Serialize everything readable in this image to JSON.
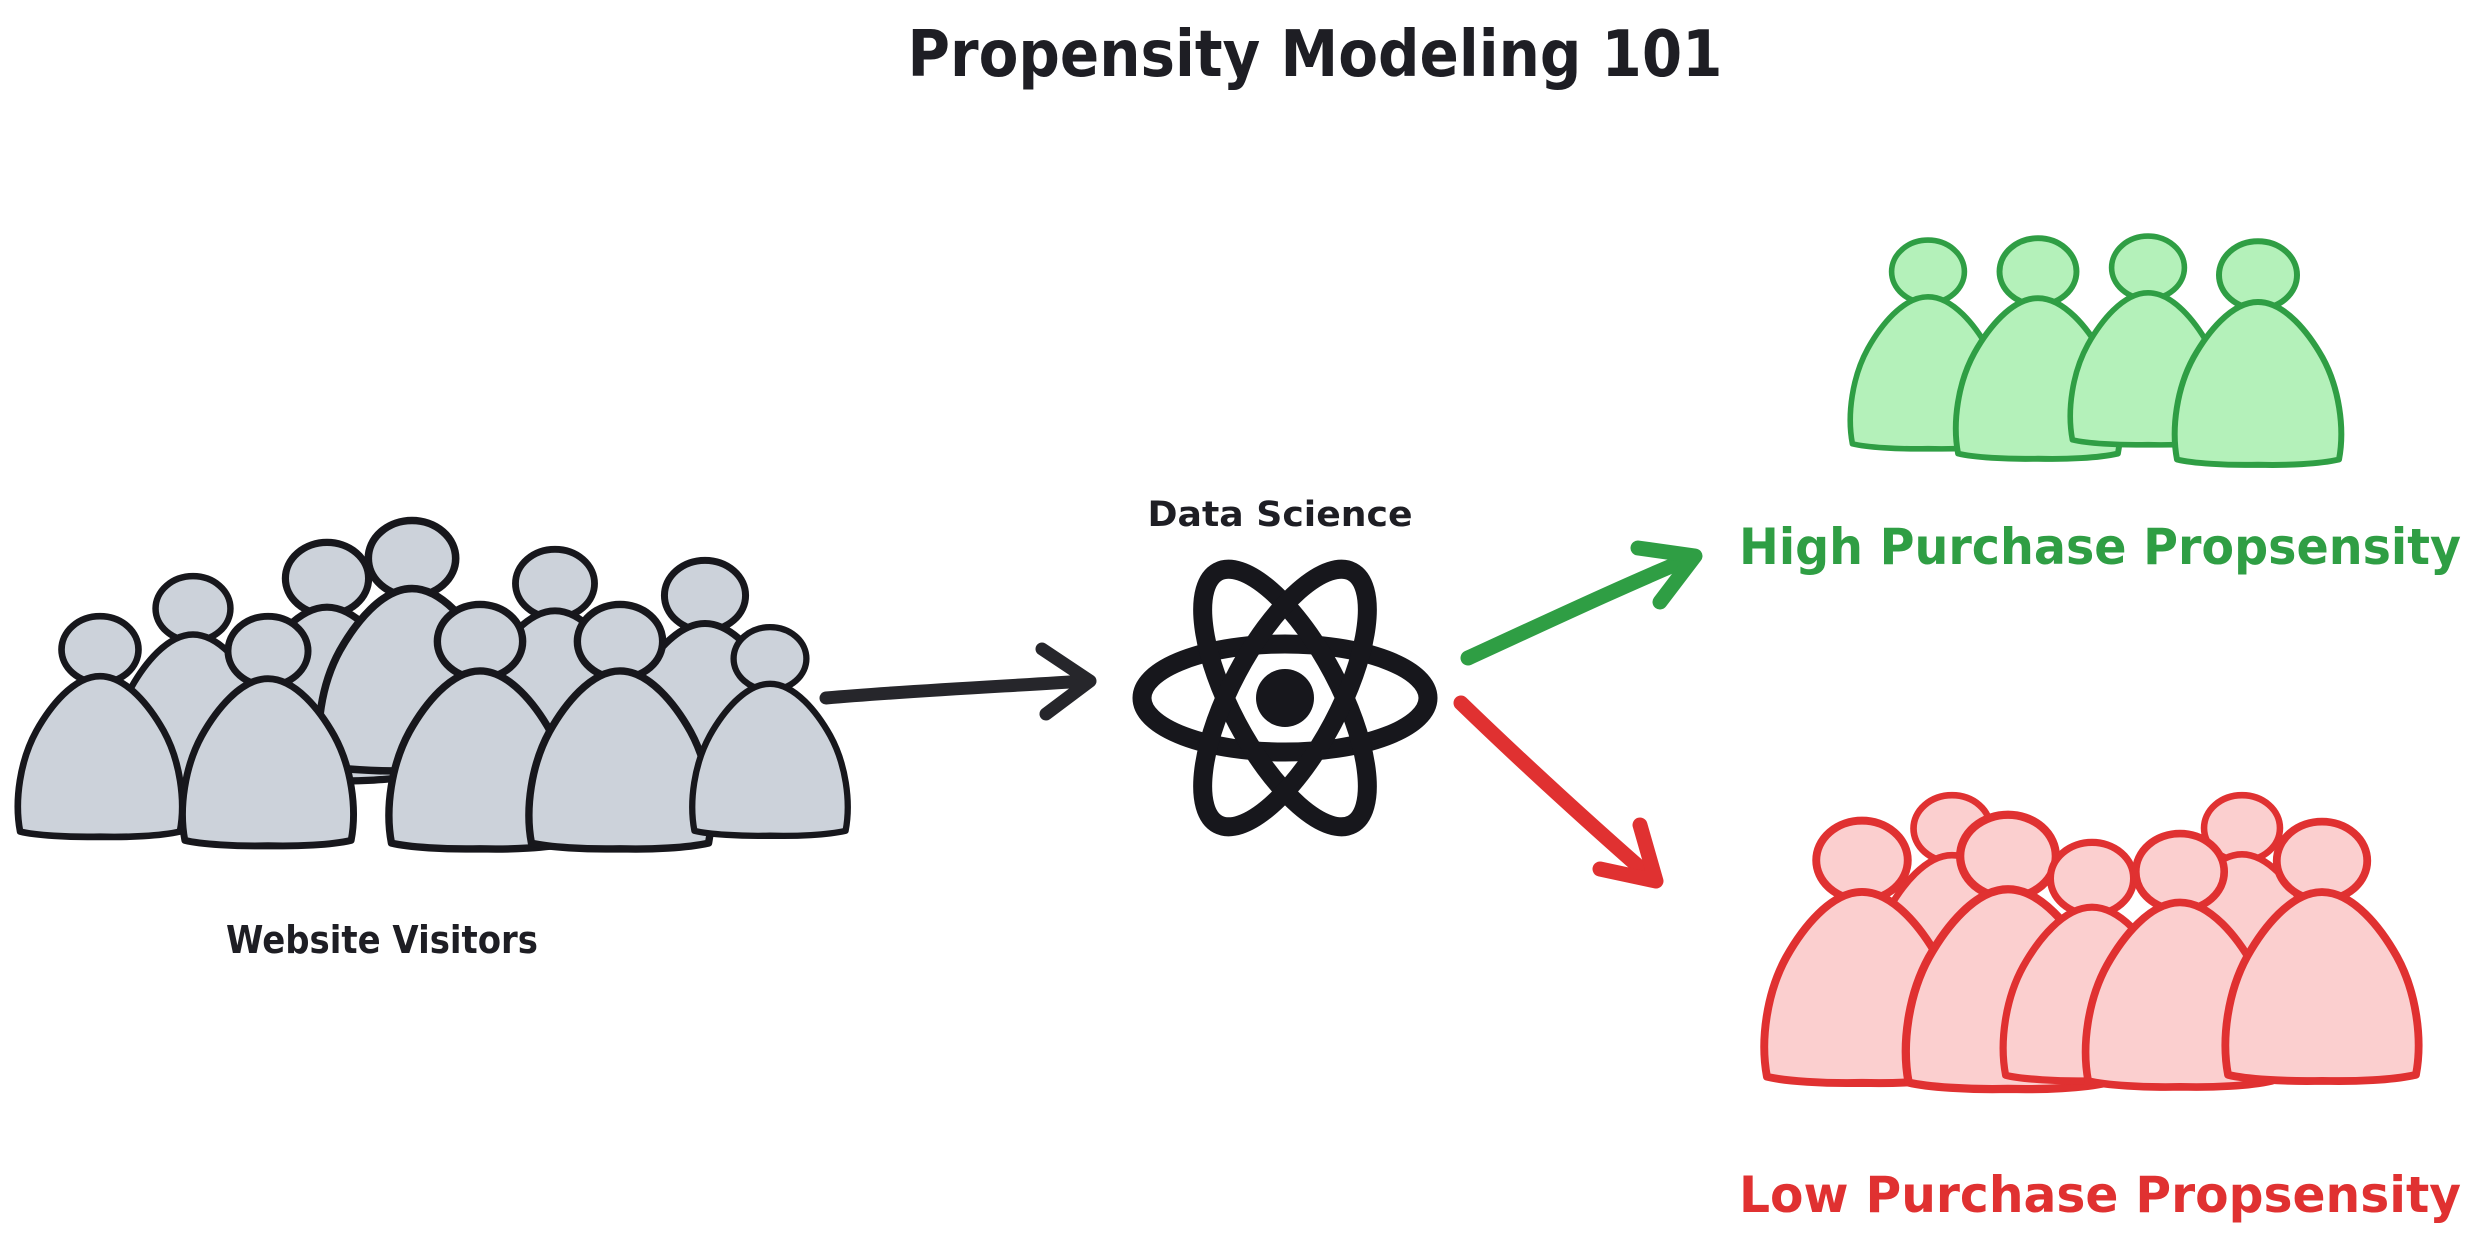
{
  "title": "Propensity Modeling 101",
  "title_color": "#1e1e24",
  "background": "#ffffff",
  "nodes": {
    "visitors": {
      "label": "Website Visitors",
      "person_count": 10,
      "fill": "#ccd2da",
      "stroke": "#17171c",
      "label_color": "#1e1e24"
    },
    "data_science": {
      "label": "Data Science",
      "icon": "atom-icon",
      "color": "#17171c",
      "label_color": "#1e1e24"
    },
    "high_propensity": {
      "label": "High Purchase Propsensity",
      "person_count": 4,
      "fill": "#b4f1ba",
      "stroke": "#2f9e44",
      "label_color": "#2f9e44"
    },
    "low_propensity": {
      "label": "Low Purchase Propsensity",
      "person_count": 7,
      "fill": "#fbcfcf",
      "stroke": "#e03131",
      "label_color": "#e03131"
    }
  },
  "arrows": [
    {
      "name": "visitors-to-data-science",
      "color": "#26262b"
    },
    {
      "name": "data-science-to-high-propensity",
      "color": "#2f9e44"
    },
    {
      "name": "data-science-to-low-propensity",
      "color": "#e03131"
    }
  ]
}
